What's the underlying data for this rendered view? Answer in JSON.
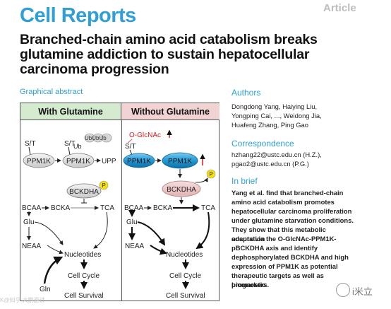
{
  "header": {
    "journal": "Cell Reports",
    "article_type": "Article",
    "title": "Branched-chain amino acid catabolism breaks glutamine addiction to sustain hepatocellular carcinoma progression"
  },
  "graphical_abstract": {
    "label": "Graphical abstract",
    "left_header": "With Glutamine",
    "right_header": "Without Glutamine",
    "left": {
      "st": "S/T",
      "st_ub": "S/T",
      "ub": "Ub",
      "ububub": "UbUbUb",
      "ppm1k_a": "PPM1K",
      "ppm1k_b": "PPM1K",
      "upp": "UPP",
      "bckdha": "BCKDHA",
      "p": "P",
      "bcaa": "BCAA",
      "bcka": "BCKA",
      "tca": "TCA",
      "glu": "Glu",
      "neaa": "NEAA",
      "nucleotides": "Nucleotides",
      "cell_cycle": "Cell Cycle",
      "cell_survival": "Cell Survival",
      "gln": "Gln"
    },
    "right": {
      "oglcnac": "O-GlcNAc",
      "st": "S/T",
      "ppm1k_a": "PPM1K",
      "ppm1k_b": "PPM1K",
      "bckdha": "BCKDHA",
      "p": "P",
      "bcaa": "BCAA",
      "bcka": "BCKA",
      "tca": "TCA",
      "glu": "Glu",
      "neaa": "NEAA",
      "nucleotides": "Nucleotides",
      "cell_cycle": "Cell Cycle",
      "cell_survival": "Cell Survival"
    }
  },
  "authors": {
    "heading": "Authors",
    "lines": [
      "Dongdong Yang, Haiying Liu,",
      "Yongping Cai, ..., Weidong Jia,",
      "Huafeng Zhang, Ping Gao"
    ]
  },
  "correspondence": {
    "heading": "Correspondence",
    "lines": [
      "hzhang22@ustc.edu.cn (H.Z.),",
      "pgao2@ustc.edu.cn (P.G.)"
    ]
  },
  "in_brief": {
    "heading": "In brief",
    "lines": [
      "Yang et al. find that branched-chain",
      "amino acid catabolism promotes",
      "hepatocellular carcinoma proliferation",
      "under glutamine starvation conditions.",
      "They show that this metabolic adaptation",
      "occurs via the O-GlcNAc-PPM1K-",
      "pBCKDHA axis and identify",
      "dephosphorylated BCKDHA and high",
      "expression of PPM1K as potential",
      "therapeutic targets as well as prognostic",
      "biomarkers."
    ]
  },
  "watermarks": {
    "left": "K@知乎 大鹏游讲",
    "right": "i米立"
  },
  "colors": {
    "brand_blue": "#2f9fd6",
    "left_header_bg": "#d4ebcf",
    "right_header_bg": "#f1d3d3",
    "phospho_yellow": "#f5e000",
    "up_arrow_red": "#d32020",
    "ppm1k_blue": "#1e9ad6"
  }
}
